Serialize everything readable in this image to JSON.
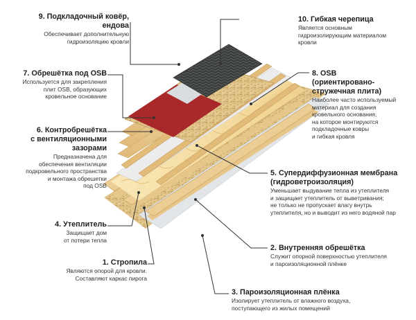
{
  "labels": [
    {
      "id": "1",
      "title": "1. Стропила",
      "desc": "Являются опорой для кровли.\nСоставляют каркас пирога"
    },
    {
      "id": "2",
      "title": "2. Внутренняя обрешётка",
      "desc": "Служит опорной поверхностью утеплителя\nи пароизоляционной плёнке"
    },
    {
      "id": "3",
      "title": "3. Пароизоляционная плёнка",
      "desc": "Изолирует утеплитель от влажного воздуха,\nпоступающего из жилых помещений"
    },
    {
      "id": "4",
      "title": "4. Утеплитель",
      "desc": "Защищает дом\nот потери тепла"
    },
    {
      "id": "5",
      "title": "5. Супердиффузионная мембрана\n(гидроветроизоляция)",
      "desc": "Уменьшает выдувание тепла из утеплителя\nи защищает утеплитель от выветривания;\nне только не пропускает влагу внутрь\nутеплителя, но и выводит из него водяной пар"
    },
    {
      "id": "6",
      "title": "6. Контробрешётка\nс вентиляционными\nзазорами",
      "desc": "Предназначена для\nобеспечения вентиляции\nподкровельного пространства\nи монтажа обрешетки\nпод OSB"
    },
    {
      "id": "7",
      "title": "7. Обрешётка под OSB",
      "desc": "Используется для закрепления\nплит OSB, образующих\nкровельное основание"
    },
    {
      "id": "8",
      "title": "8. OSB\n(ориентировано-\nстружечная плита)",
      "desc": "Наиболее часто используемый\nматериал для создания\nкровельного основания,\nна которое монтируются\nподкладочные ковры\nи гибкая кровля"
    },
    {
      "id": "9",
      "title": "9. Подкладочный ковёр,\nендова",
      "desc": "Обеспечивает дополнительную\nгидроизоляцию кровли"
    },
    {
      "id": "10",
      "title": "10. Гибкая черепица",
      "desc": "Является основным\nгидроизолирующим материалом\nкровли"
    }
  ]
}
